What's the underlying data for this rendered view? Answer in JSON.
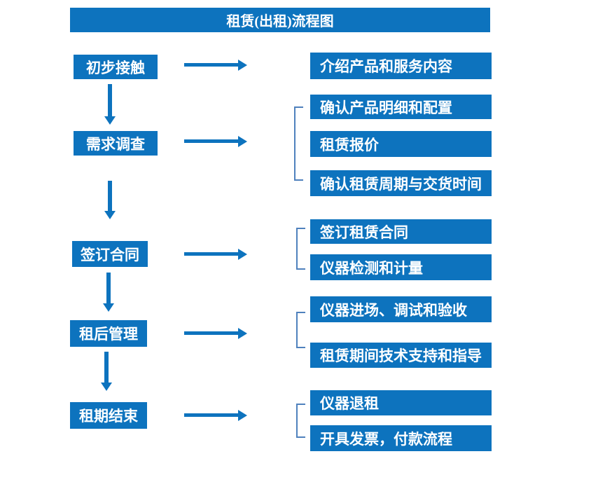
{
  "flow": {
    "title": "租赁(出租)流程图",
    "steps": [
      {
        "label": "初步接触",
        "outputs": [
          "介绍产品和服务内容"
        ]
      },
      {
        "label": "需求调查",
        "outputs": [
          "确认产品明细和配置",
          "租赁报价",
          "确认租赁周期与交货时间"
        ]
      },
      {
        "label": "签订合同",
        "outputs": [
          "签订租赁合同",
          "仪器检测和计量"
        ]
      },
      {
        "label": "租后管理",
        "outputs": [
          "仪器进场、调试和验收",
          "租赁期间技术支持和指导"
        ]
      },
      {
        "label": "租期结束",
        "outputs": [
          "仪器退租",
          "开具发票，付款流程"
        ]
      }
    ]
  },
  "colors": {
    "box_fill": "#0d73be",
    "arrow": "#0d73be",
    "bracket_line": "#4f81bd",
    "box_text": "#ffffff",
    "background": "#ffffff"
  }
}
